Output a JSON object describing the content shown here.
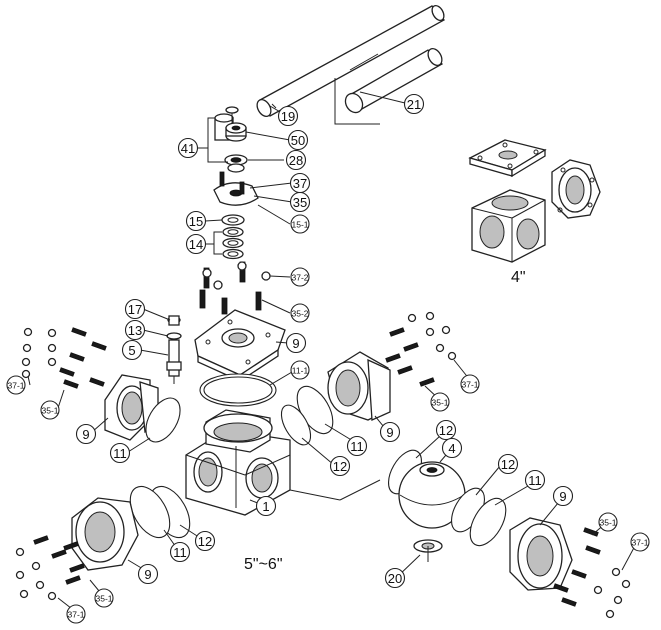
{
  "diagram": {
    "size_labels": {
      "main": "5\"~6\"",
      "inset": "4\""
    },
    "callouts": [
      {
        "id": "c41",
        "label": "41"
      },
      {
        "id": "c19",
        "label": "19"
      },
      {
        "id": "c50",
        "label": "50"
      },
      {
        "id": "c28",
        "label": "28"
      },
      {
        "id": "c37",
        "label": "37"
      },
      {
        "id": "c35",
        "label": "35"
      },
      {
        "id": "c15",
        "label": "15"
      },
      {
        "id": "c15-1",
        "label": "15-1"
      },
      {
        "id": "c14",
        "label": "14"
      },
      {
        "id": "c37-2",
        "label": "37-2"
      },
      {
        "id": "c35-2",
        "label": "35-2"
      },
      {
        "id": "c17",
        "label": "17"
      },
      {
        "id": "c13",
        "label": "13"
      },
      {
        "id": "c5",
        "label": "5"
      },
      {
        "id": "c9-top",
        "label": "9"
      },
      {
        "id": "c11-1",
        "label": "11-1"
      },
      {
        "id": "c21",
        "label": "21"
      },
      {
        "id": "c37-1-l",
        "label": "37-1"
      },
      {
        "id": "c35-1-l",
        "label": "35-1"
      },
      {
        "id": "c9-l",
        "label": "9"
      },
      {
        "id": "c11-l",
        "label": "11"
      },
      {
        "id": "c1",
        "label": "1"
      },
      {
        "id": "c12-r",
        "label": "12"
      },
      {
        "id": "c11-r",
        "label": "11"
      },
      {
        "id": "c9-r",
        "label": "9"
      },
      {
        "id": "c37-1-r",
        "label": "37-1"
      },
      {
        "id": "c35-1-r",
        "label": "35-1"
      },
      {
        "id": "c12-b",
        "label": "12"
      },
      {
        "id": "c4",
        "label": "4"
      },
      {
        "id": "c12-br",
        "label": "12"
      },
      {
        "id": "c11-br",
        "label": "11"
      },
      {
        "id": "c9-br",
        "label": "9"
      },
      {
        "id": "c35-1-br",
        "label": "35-1"
      },
      {
        "id": "c37-1-br",
        "label": "37-1"
      },
      {
        "id": "c20",
        "label": "20"
      },
      {
        "id": "c11-bl",
        "label": "11"
      },
      {
        "id": "c12-bl",
        "label": "12"
      },
      {
        "id": "c9-bl",
        "label": "9"
      },
      {
        "id": "c35-1-bl",
        "label": "35-1"
      },
      {
        "id": "c37-1-bl",
        "label": "37-1"
      }
    ]
  }
}
